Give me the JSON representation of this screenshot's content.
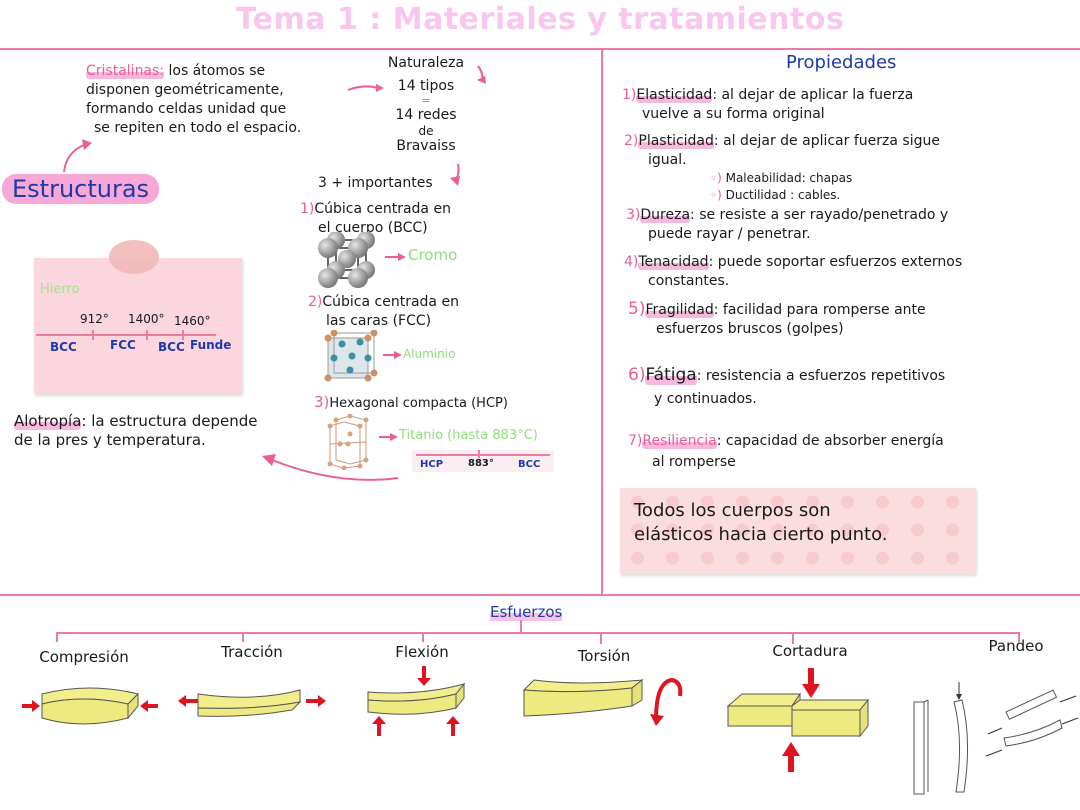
{
  "title": "Tema 1 : Materiales y tratamientos",
  "structures": {
    "pill_label": "Estructuras",
    "cristalinas": {
      "term": "Cristalinas:",
      "lines": [
        "los átomos se",
        "disponen geométricamente,",
        "formando celdas unidad que",
        "se repiten en todo el espacio."
      ]
    },
    "naturaleza": {
      "heading": "Naturaleza",
      "line1": "14 tipos",
      "equals": "=",
      "line2": "14 redes",
      "line3": "de",
      "line4": "Bravaiss"
    },
    "important_heading": "3 + importantes",
    "types": [
      {
        "number": "1)",
        "name_line1": "Cúbica centrada en",
        "name_line2": "el cuerpo (BCC)",
        "example": "Cromo"
      },
      {
        "number": "2)",
        "name_line1": "Cúbica centrada en",
        "name_line2": "las caras (FCC)",
        "example": "Aluminio"
      },
      {
        "number": "3)",
        "name_line1": "Hexagonal compacta (HCP)",
        "name_line2": "",
        "example": "Titanio (hasta 883°C)"
      }
    ],
    "titanio_scale": {
      "left": "HCP",
      "mid": "883°",
      "right": "BCC"
    },
    "hierro_note": {
      "label": "Hierro",
      "temps": [
        "912°",
        "1400°",
        "1460°"
      ],
      "phases": [
        "BCC",
        "FCC",
        "BCC",
        "Funde"
      ]
    },
    "alotropia": {
      "term": "Alotropía",
      "line1": ": la estructura depende",
      "line2": "de la pres   y temperatura."
    }
  },
  "properties": {
    "heading": "Propiedades",
    "items": [
      {
        "num": "1)",
        "term": "Elasticidad",
        "text": ": al  dejar de aplicar la fuerza",
        "text2": "vuelve a su forma original"
      },
      {
        "num": "2)",
        "term": "Plasticidad",
        "text": ": al dejar de aplicar fuerza sigue",
        "text2": "igual."
      },
      {
        "num": "3)",
        "term": "Dureza",
        "text": ": se resiste a ser rayado/penetrado y",
        "text2": "puede rayar / penetrar."
      },
      {
        "num": "4)",
        "term": "Tenacidad",
        "text": ": puede soportar esfuerzos externos",
        "text2": "constantes."
      },
      {
        "num": "5)",
        "term": "Fragilidad",
        "text": ": facilidad para romperse ante",
        "text2": "esfuerzos bruscos (golpes)"
      },
      {
        "num": "6)",
        "term": "Fátiga",
        "text": ": resistencia a esfuerzos repetitivos",
        "text2": "y continuados."
      },
      {
        "num": "7)",
        "term": "Resiliencia",
        "text": ": capacidad de absorber energía",
        "text2": "al romperse"
      }
    ],
    "sub_items": [
      {
        "bullet": "◦)",
        "text": "Maleabilidad: chapas"
      },
      {
        "bullet": "◦)",
        "text": "Ductilidad : cables."
      }
    ],
    "note": {
      "line1": "Todos los cuerpos son",
      "line2": "elásticos hacia cierto punto."
    }
  },
  "esfuerzos": {
    "heading": "Esfuerzos",
    "types": [
      "Compresión",
      "Tracción",
      "Flexión",
      "Torsión",
      "Cortadura",
      "Pandeo"
    ]
  },
  "colors": {
    "accent_pink": "#ee7aa8",
    "title_pink": "#f9c6ee",
    "highlight_pink": "#f6b8dc",
    "blue_ink": "#1e3aa8",
    "green_ink": "#8be07a",
    "bar_yellow": "#f2ee8c",
    "arrow_red": "#e0141e"
  }
}
